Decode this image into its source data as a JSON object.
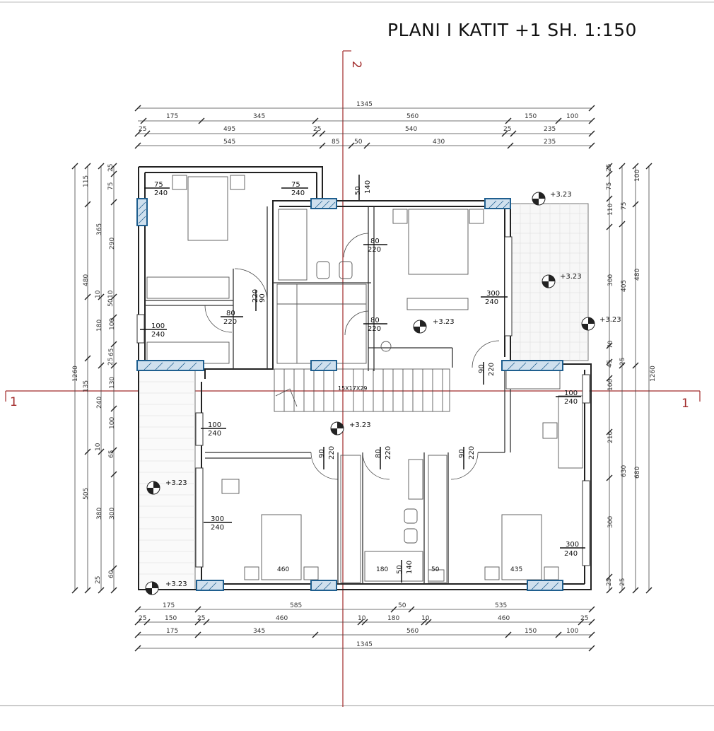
{
  "title": "PLANI I KATIT +1 SH. 1:150",
  "colors": {
    "axis": "#a12a2a",
    "window": "#1f5f8f",
    "wall": "#222222"
  },
  "axes": {
    "vertical": "2",
    "horizontal_left": "1",
    "horizontal_right": "1"
  },
  "dims_top": {
    "row1": [
      "1345"
    ],
    "row2": [
      "175",
      "345",
      "560",
      "150",
      "100"
    ],
    "row3": [
      "25",
      "495",
      "25",
      "540",
      "25",
      "235"
    ],
    "row4": [
      "545",
      "85",
      "50",
      "430",
      "235"
    ]
  },
  "dims_bottom": {
    "row1": [
      "175",
      "585",
      "50",
      "535"
    ],
    "row2": [
      "25",
      "150",
      "25",
      "460",
      "10",
      "180",
      "10",
      "460",
      "25"
    ],
    "row3": [
      "175",
      "345",
      "560",
      "150",
      "100"
    ],
    "row4": [
      "1345"
    ]
  },
  "dims_left": {
    "outer": [
      "1260"
    ],
    "mid": [
      "115",
      "365",
      "480",
      "10",
      "180",
      "135",
      "505"
    ],
    "inner": [
      "25",
      "75",
      "290",
      "10",
      "50",
      "100",
      "65",
      "25",
      "130",
      "240",
      "100",
      "10",
      "65",
      "380",
      "300",
      "25",
      "60"
    ]
  },
  "dims_right": {
    "outer": [
      "1260"
    ],
    "mid": [
      "100",
      "480",
      "680"
    ],
    "inner": [
      "25",
      "75",
      "110",
      "300",
      "75",
      "405",
      "70",
      "45",
      "25",
      "100",
      "210",
      "630",
      "300",
      "25",
      "25"
    ]
  },
  "openings": [
    {
      "top": "75",
      "bottom": "240"
    },
    {
      "top": "75",
      "bottom": "240"
    },
    {
      "top": "50",
      "bottom": "140"
    },
    {
      "top": "80",
      "bottom": "220"
    },
    {
      "top": "90",
      "bottom": "220"
    },
    {
      "top": "80",
      "bottom": "220"
    },
    {
      "top": "80",
      "bottom": "220"
    },
    {
      "top": "300",
      "bottom": "240"
    },
    {
      "top": "100",
      "bottom": "240"
    },
    {
      "top": "90",
      "bottom": "220"
    },
    {
      "top": "100",
      "bottom": "240"
    },
    {
      "top": "100",
      "bottom": "240"
    },
    {
      "top": "90",
      "bottom": "220"
    },
    {
      "top": "80",
      "bottom": "220"
    },
    {
      "top": "90",
      "bottom": "220"
    },
    {
      "top": "300",
      "bottom": "240"
    },
    {
      "top": "300",
      "bottom": "240"
    },
    {
      "top": "50",
      "bottom": "140"
    }
  ],
  "levels": [
    "+3.23",
    "+3.23",
    "+3.23",
    "+3.23",
    "+3.23",
    "+3.23",
    "+3.23"
  ],
  "stairs_label": "15X17X29",
  "room_widths": [
    "460",
    "180",
    "435",
    "50"
  ]
}
